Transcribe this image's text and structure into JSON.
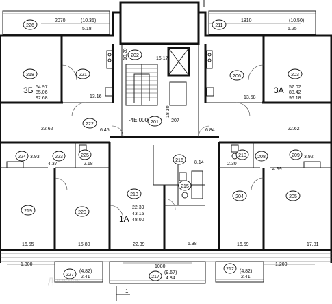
{
  "labels": {
    "r226": "226",
    "r211": "211",
    "r218": "218",
    "r221": "221",
    "r202": "202",
    "r206": "206",
    "r203": "203",
    "r222": "222",
    "r201": "201",
    "r207": "207",
    "r224": "224",
    "r223": "223",
    "r225": "225",
    "r216": "216",
    "r210": "210",
    "r208": "208",
    "r209": "209",
    "r219": "219",
    "r220": "220",
    "r213": "213",
    "r215": "215",
    "r204": "204",
    "r205": "205",
    "r227": "227",
    "r217": "217",
    "r212": "212"
  },
  "dims": {
    "top_left_2070": "2070",
    "top_left_1035": "(10.35)",
    "top_left_518": "5.18",
    "top_right_1810": "1810",
    "top_right_1050": "(10.50)",
    "top_right_525": "5.25",
    "stair_1617": "16.17",
    "stair_1020": "10.20",
    "corr_1830": "18.30",
    "a3b_5497": "54.97",
    "a3b_8506": "85.06",
    "a3b_9268": "92.68",
    "a3a_5702": "57.02",
    "a3a_8842": "88.42",
    "a3a_9618": "96.18",
    "r221_1316": "13.16",
    "r206_1358": "13.58",
    "r222_2262": "22.62",
    "r222_645": "6.45",
    "r207_684": "6.84",
    "r203_2262": "22.62",
    "elev": "-4E.000",
    "r224_393": "3.93",
    "r223_437": "4.37",
    "r225_218": "2.18",
    "r216_814": "8.14",
    "r210_230": "2.30",
    "r208_499": "4.99",
    "r209_392": "3.92",
    "a1a_2239": "22.39",
    "a1a_4315": "43.15",
    "a1a_4800": "48.00",
    "r219_1655": "16.55",
    "r220_1580": "15.80",
    "r213_2239": "22.39",
    "r215_538": "5.38",
    "r204_1659": "16.59",
    "r205_1781": "17.81",
    "bot_1300l": "1.300",
    "bot_1080": "1080",
    "bot_1200r": "1.200",
    "r227_482": "(4.82)",
    "r227_241": "2.41",
    "r217_967": "(9.67)",
    "r217_484": "4.84",
    "r212_482": "(4.82)",
    "r212_241": "2.41",
    "axis_1": "1"
  },
  "apartments": {
    "a3b": "3Б",
    "a3a": "3А",
    "a1a": "1А"
  },
  "watermark": "Домклик"
}
